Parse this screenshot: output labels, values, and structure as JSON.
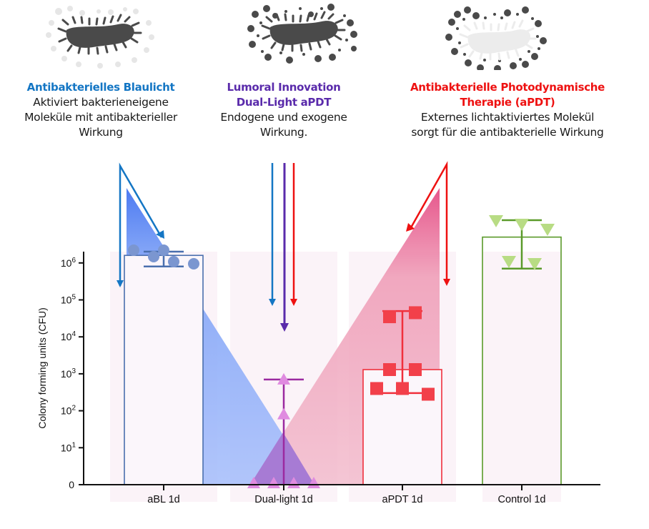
{
  "panels": [
    {
      "title": "Antibakterielles Blaulicht",
      "lines": [
        "Aktiviert bakterieneigene",
        "Moleküle mit antibakterieller",
        "Wirkung"
      ],
      "icon": "bacterium-with-light-dots-icon",
      "color": "#1476c4"
    },
    {
      "title_lines": [
        "Lumoral Innovation",
        "Dual-Light aPDT"
      ],
      "lines": [
        "Endogene und exogene",
        "Wirkung."
      ],
      "icon": "bacterium-with-dark-dots-icon",
      "color": "#5a2bab"
    },
    {
      "title_lines": [
        "Antibakterielle Photodynamische",
        "Therapie (aPDT)"
      ],
      "lines": [
        "Externes lichtaktiviertes Molekül",
        "sorgt für die antibakterielle Wirkung"
      ],
      "icon": "inactivated-bacterium-icon",
      "color": "#ee1111"
    }
  ],
  "chart_data": {
    "type": "bar",
    "title": "",
    "xlabel": "",
    "ylabel": "Colony forming units (CFU)",
    "yscale": "log",
    "ylim": [
      0,
      1000000
    ],
    "yticks": [
      {
        "value": 0,
        "label": "0",
        "sup": ""
      },
      {
        "value": 10,
        "label": "10",
        "sup": "1"
      },
      {
        "value": 100,
        "label": "10",
        "sup": "2"
      },
      {
        "value": 1000,
        "label": "10",
        "sup": "3"
      },
      {
        "value": 10000,
        "label": "10",
        "sup": "4"
      },
      {
        "value": 100000,
        "label": "10",
        "sup": "5"
      },
      {
        "value": 1000000,
        "label": "10",
        "sup": "6"
      }
    ],
    "categories": [
      "aBL 1d",
      "Dual-light 1d",
      "aPDT 1d",
      "Control 1d"
    ],
    "series": [
      {
        "name": "aBL 1d",
        "color": "#4a6fae",
        "marker": "circle",
        "marker_color": "#7b96d0",
        "bar_value": 1600000,
        "error_low": 800000,
        "error_high": 1600000,
        "points": [
          1600000,
          1300000,
          950000,
          850000,
          800000
        ]
      },
      {
        "name": "Dual-light 1d",
        "color": "#9b2aa0",
        "marker": "triangle-up",
        "marker_color": "#e08be0",
        "bar_value": 0,
        "error_low": 0,
        "error_high": 700,
        "points": [
          700,
          80,
          0,
          0,
          0,
          0
        ]
      },
      {
        "name": "aPDT 1d",
        "color": "#f0303c",
        "marker": "square",
        "marker_color": "#f2404a",
        "bar_value": 1300,
        "error_low": 300,
        "error_high": 50000,
        "points": [
          35000,
          45000,
          1300,
          1300,
          400,
          400,
          280
        ]
      },
      {
        "name": "Control 1d",
        "color": "#5a9a2a",
        "marker": "triangle-down",
        "marker_color": "#b8dc84",
        "bar_value": 5000000,
        "error_low": 700000,
        "error_high": 8000000,
        "points": [
          10000000,
          7000000,
          4500000,
          900000,
          650000
        ]
      }
    ],
    "annotations": {
      "blue_light_region_color": "#6f95f5",
      "red_light_region_color": "#e8789c",
      "overlap_color": "#a77bd4",
      "arrows": [
        {
          "label": "blue-arrow-to-abl",
          "color": "#1476c4"
        },
        {
          "label": "blue-arrow-to-dual",
          "color": "#1476c4"
        },
        {
          "label": "purple-arrow-to-dual",
          "color": "#5a2bab"
        },
        {
          "label": "red-arrow-to-dual",
          "color": "#ee1111"
        },
        {
          "label": "red-arrow-to-apdt",
          "color": "#ee1111"
        }
      ]
    },
    "grid": false,
    "legend": "none"
  }
}
